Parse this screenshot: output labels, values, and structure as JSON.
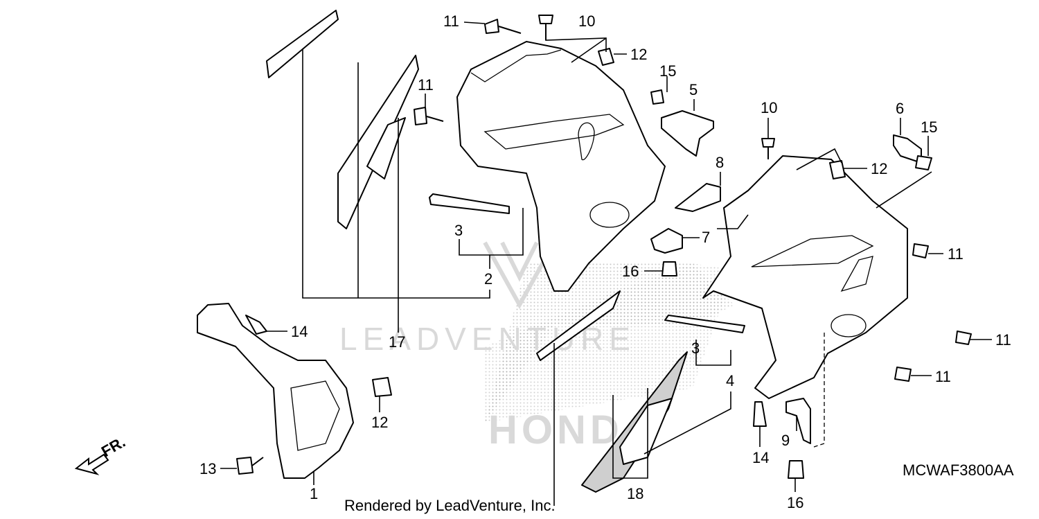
{
  "diagram": {
    "code": "MCWAF3800AA",
    "credit": "Rendered by LeadVenture, Inc.",
    "front_marker": "FR.",
    "watermark_brand": "HONDA",
    "watermark_dealer": "LEADVENTURE"
  },
  "callouts": [
    {
      "id": "c1",
      "num": "1"
    },
    {
      "id": "c2",
      "num": "2"
    },
    {
      "id": "c3a",
      "num": "3"
    },
    {
      "id": "c3b",
      "num": "3"
    },
    {
      "id": "c4",
      "num": "4"
    },
    {
      "id": "c5",
      "num": "5"
    },
    {
      "id": "c6",
      "num": "6"
    },
    {
      "id": "c7",
      "num": "7"
    },
    {
      "id": "c8",
      "num": "8"
    },
    {
      "id": "c9",
      "num": "9"
    },
    {
      "id": "c10a",
      "num": "10"
    },
    {
      "id": "c10b",
      "num": "10"
    },
    {
      "id": "c11a",
      "num": "11"
    },
    {
      "id": "c11b",
      "num": "11"
    },
    {
      "id": "c11c",
      "num": "11"
    },
    {
      "id": "c11d",
      "num": "11"
    },
    {
      "id": "c11e",
      "num": "11"
    },
    {
      "id": "c12a",
      "num": "12"
    },
    {
      "id": "c12b",
      "num": "12"
    },
    {
      "id": "c12c",
      "num": "12"
    },
    {
      "id": "c13",
      "num": "13"
    },
    {
      "id": "c14a",
      "num": "14"
    },
    {
      "id": "c14b",
      "num": "14"
    },
    {
      "id": "c15a",
      "num": "15"
    },
    {
      "id": "c15b",
      "num": "15"
    },
    {
      "id": "c16a",
      "num": "16"
    },
    {
      "id": "c16b",
      "num": "16"
    },
    {
      "id": "c17",
      "num": "17"
    },
    {
      "id": "c18",
      "num": "18"
    }
  ]
}
